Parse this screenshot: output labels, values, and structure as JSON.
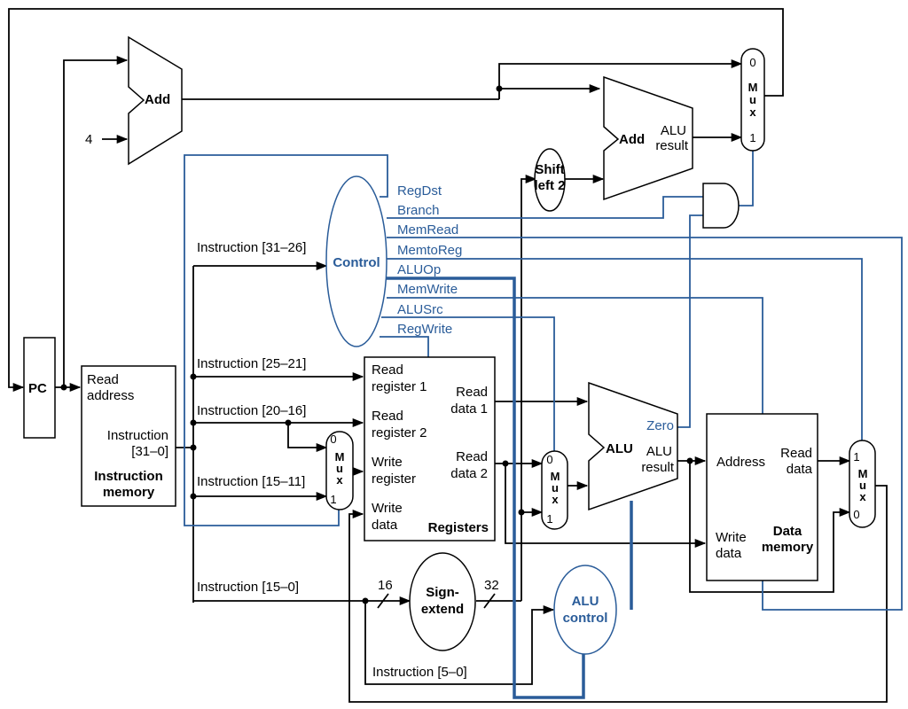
{
  "blocks": {
    "add_top": "Add",
    "const_four": "4",
    "pc": "PC",
    "imem": {
      "read": "Read",
      "address": "address",
      "instr": "Instruction",
      "instr_bits": "[31–0]",
      "title1": "Instruction",
      "title2": "memory"
    },
    "control": "Control",
    "shift": {
      "line1": "Shift",
      "line2": "left 2"
    },
    "branch_add": {
      "name": "Add",
      "alu": "ALU",
      "result": "result"
    },
    "registers": {
      "rr1a": "Read",
      "rr1b": "register 1",
      "rr2a": "Read",
      "rr2b": "register 2",
      "wra": "Write",
      "wrb": "register",
      "wda": "Write",
      "wdb": "data",
      "rd1a": "Read",
      "rd1b": "data 1",
      "rd2a": "Read",
      "rd2b": "data 2",
      "title": "Registers"
    },
    "alu": {
      "name": "ALU",
      "zero": "Zero",
      "alu": "ALU",
      "result": "result"
    },
    "dmem": {
      "address": "Address",
      "rda": "Read",
      "rdb": "data",
      "wda": "Write",
      "wdb": "data",
      "t1": "Data",
      "t2": "memory"
    },
    "sign_extend": {
      "line1": "Sign-",
      "line2": "extend"
    },
    "alu_control": {
      "line1": "ALU",
      "line2": "control"
    }
  },
  "mux": {
    "m": "M",
    "u": "u",
    "x": "x",
    "zero": "0",
    "one": "1"
  },
  "instruction_fields": {
    "f31_26": "Instruction [31–26]",
    "f25_21": "Instruction [25–21]",
    "f20_16": "Instruction [20–16]",
    "f15_11": "Instruction [15–11]",
    "f15_0": "Instruction [15–0]",
    "f5_0": "Instruction [5–0]"
  },
  "bus_widths": {
    "in": "16",
    "out": "32"
  },
  "control_signals": [
    "RegDst",
    "Branch",
    "MemRead",
    "MemtoReg",
    "ALUOp",
    "MemWrite",
    "ALUSrc",
    "RegWrite"
  ],
  "colors": {
    "datapath": "#000000",
    "control": "#2a5c99"
  }
}
